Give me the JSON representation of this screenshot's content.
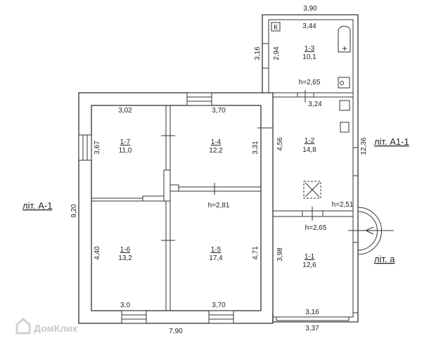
{
  "plan": {
    "labels": {
      "main": "літ. А-1",
      "annex": "літ. А1-1",
      "porch": "літ. а"
    },
    "overall": {
      "main_width": "7,90",
      "main_height": "9,20",
      "annex_top": "3,90",
      "annex_height": "12,36",
      "annex_bottom": "3,37"
    },
    "rooms": [
      {
        "id": "1-1",
        "area": "12,6",
        "dim_a": "3,98",
        "dim_b": "3,16",
        "height": "h=2,65"
      },
      {
        "id": "1-2",
        "area": "14,8",
        "dim_a": "4,56",
        "dim_b": "3,24",
        "height": "h=2,51"
      },
      {
        "id": "1-3",
        "area": "10,1",
        "dim_a": "2,94",
        "dim_b": "3,44",
        "height": "h=2,65",
        "outer": "3,16",
        "marker": "К"
      },
      {
        "id": "1-4",
        "area": "12,2",
        "dim_a": "3,31",
        "dim_b": "3,70"
      },
      {
        "id": "1-5",
        "area": "17,4",
        "dim_a": "4,71",
        "dim_b": "3,70",
        "height": "h=2,81"
      },
      {
        "id": "1-6",
        "area": "13,2",
        "dim_a": "4,40",
        "dim_b": "3,0"
      },
      {
        "id": "1-7",
        "area": "11,0",
        "dim_a": "3,67",
        "dim_b": "3,02"
      }
    ]
  },
  "watermark": "ДомКлик"
}
